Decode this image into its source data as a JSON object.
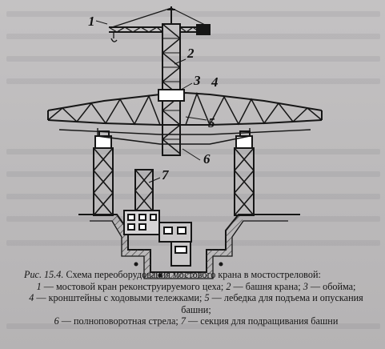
{
  "figure": {
    "labels": [
      "1",
      "2",
      "3",
      "4",
      "5",
      "6",
      "7"
    ],
    "ink_color": "#161616"
  },
  "caption": {
    "fig_number": "Рис. 15.4.",
    "title": "Схема переоборудования мостового крана в мостостреловой:",
    "legend": [
      {
        "num": "1",
        "text": " — мостовой кран реконструируемого цеха; "
      },
      {
        "num": "2",
        "text": " — башня крана; "
      },
      {
        "num": "3",
        "text": " — обойма;"
      },
      {
        "num": "4",
        "text": " — кронштейны с ходовыми тележками; "
      },
      {
        "num": "5",
        "text": " — лебедка для подъема и опускания башни;"
      },
      {
        "num": "6",
        "text": " — полноповоротная стрела; "
      },
      {
        "num": "7",
        "text": " — секция для подращивания башни"
      }
    ]
  }
}
